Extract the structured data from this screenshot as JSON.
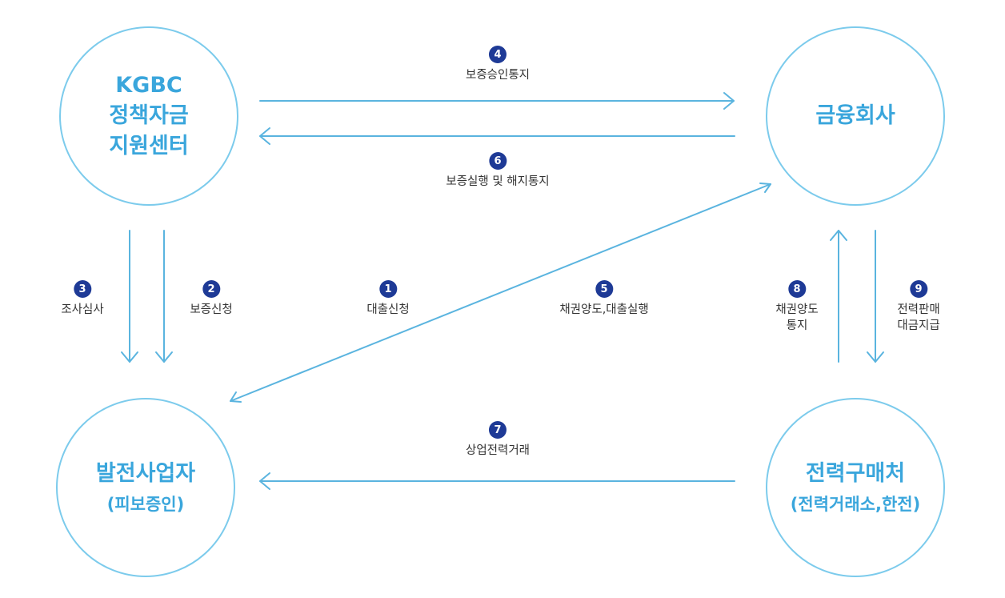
{
  "nodes": {
    "kgbc": {
      "title": "KGBC\n정책자금\n지원센터"
    },
    "finance": {
      "title": "금융회사"
    },
    "generator": {
      "title": "발전사업자",
      "subtitle": "(피보증인)"
    },
    "buyer": {
      "title": "전력구매처",
      "subtitle": "(전력거래소,한전)"
    }
  },
  "flows": {
    "f1": {
      "num": "1",
      "label": "대출신청"
    },
    "f2": {
      "num": "2",
      "label": "보증신청"
    },
    "f3": {
      "num": "3",
      "label": "조사심사"
    },
    "f4": {
      "num": "4",
      "label": "보증승인통지"
    },
    "f5": {
      "num": "5",
      "label": "채권양도,대출실행"
    },
    "f6": {
      "num": "6",
      "label": "보증실행 및 해지통지"
    },
    "f7": {
      "num": "7",
      "label": "상업전력거래"
    },
    "f8": {
      "num": "8",
      "label": "채권양도\n통지"
    },
    "f9": {
      "num": "9",
      "label": "전력판매\n대금지급"
    }
  },
  "colors": {
    "circle_border": "#7ccbec",
    "node_text": "#3aa6dc",
    "arrow": "#5ab4df",
    "badge": "#1e3a96"
  }
}
